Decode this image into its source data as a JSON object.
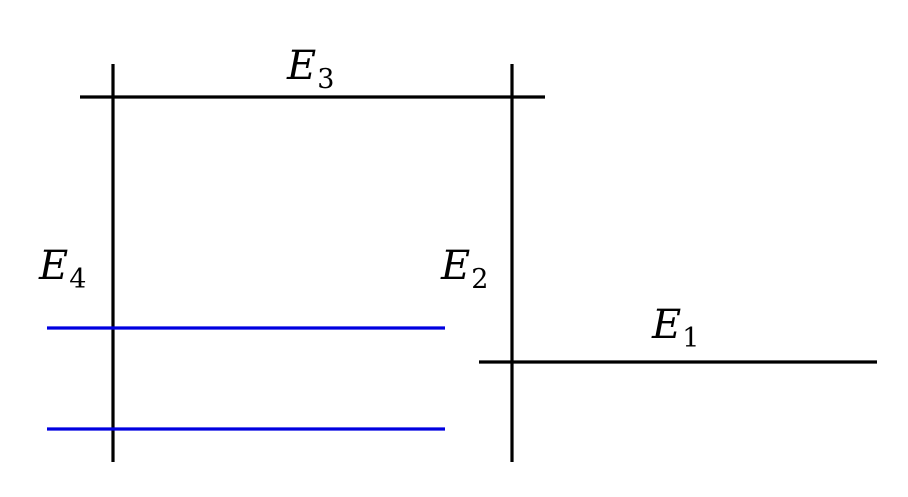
{
  "labels": {
    "e1": {
      "base": "E",
      "sub": "1"
    },
    "e2": {
      "base": "E",
      "sub": "2"
    },
    "e3": {
      "base": "E",
      "sub": "3"
    },
    "e4": {
      "base": "E",
      "sub": "4"
    }
  },
  "colors": {
    "line": "#000000",
    "highlight": "#0000e0",
    "background": "#ffffff"
  }
}
